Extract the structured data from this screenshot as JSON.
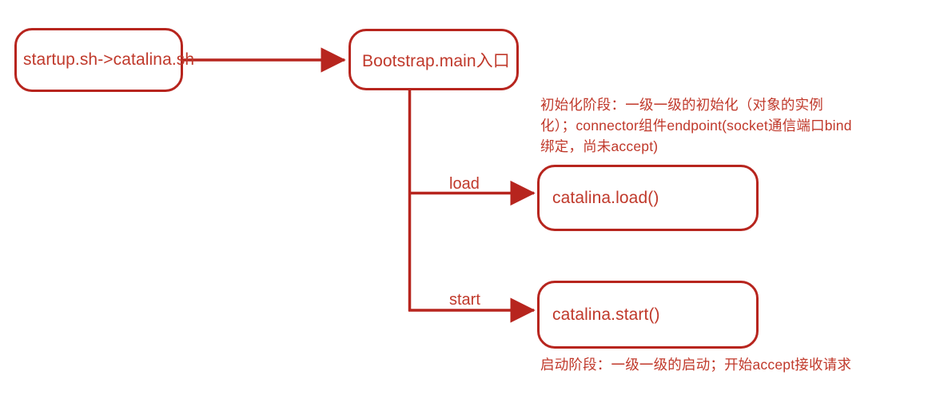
{
  "diagram": {
    "title": "Tomcat startup flow",
    "stroke_color": "#b7251e",
    "text_color": "#c0392b",
    "background": "#ffffff",
    "nodes": [
      {
        "id": "startup",
        "label": "startup.sh->catalina.sh"
      },
      {
        "id": "bootstrap",
        "label": "Bootstrap.main入口"
      },
      {
        "id": "load",
        "label": "catalina.load()"
      },
      {
        "id": "start",
        "label": "catalina.start()"
      }
    ],
    "edges": [
      {
        "from": "startup",
        "to": "bootstrap",
        "label": ""
      },
      {
        "from": "bootstrap",
        "to": "load",
        "label": "load"
      },
      {
        "from": "bootstrap",
        "to": "start",
        "label": "start"
      }
    ],
    "annotations": [
      {
        "id": "init-phase",
        "attached_to": "load",
        "text": "初始化阶段：一级一级的初始化（对象的实例化）；connector组件endpoint(socket通信端口bind绑定，尚未accept)"
      },
      {
        "id": "start-phase",
        "attached_to": "start",
        "text": "启动阶段：一级一级的启动；开始accept接收请求"
      }
    ]
  }
}
